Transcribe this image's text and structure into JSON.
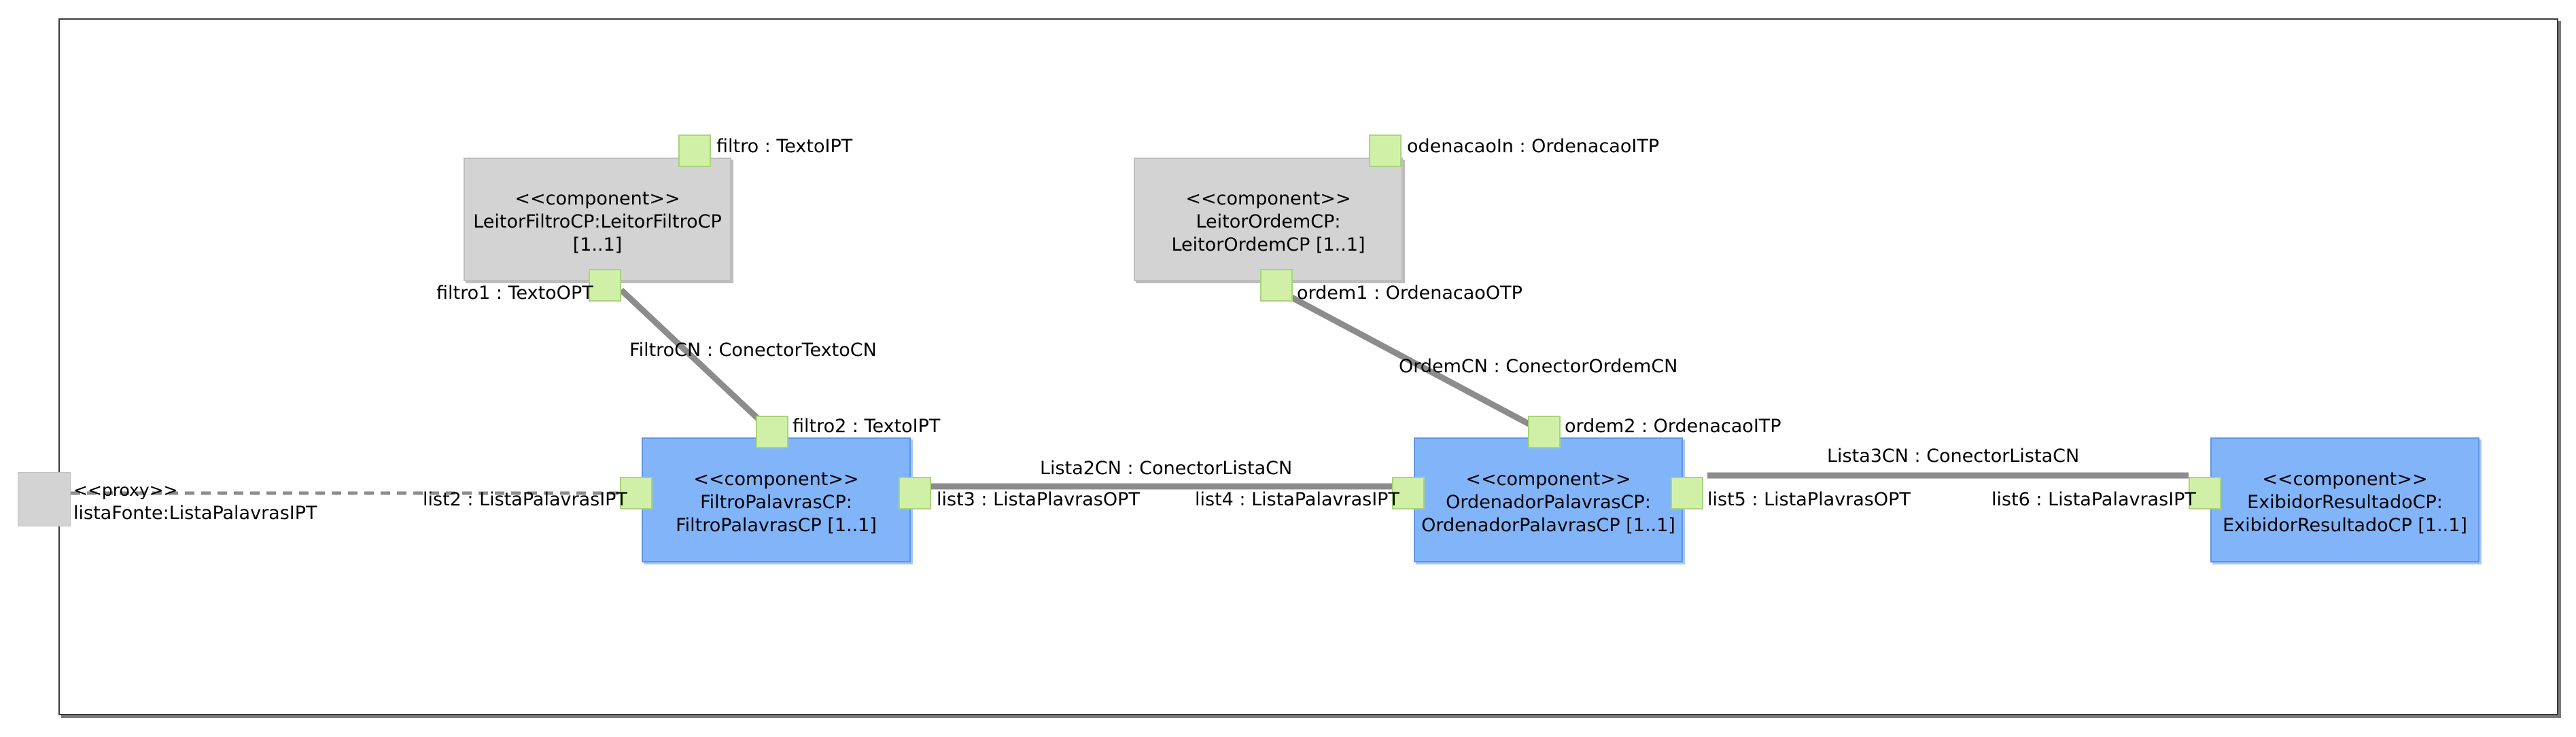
{
  "colors": {
    "component_grey": "#d3d3d3",
    "component_blue": "#82b4fa",
    "port": "#d0f0a8",
    "connector": "#8c8c8c"
  },
  "components": {
    "leitor_filtro": {
      "stereotype": "<<component>>",
      "name": "LeitorFiltroCP:LeitorFiltroCP",
      "multiplicity": "[1..1]"
    },
    "leitor_ordem": {
      "stereotype": "<<component>>",
      "name": "LeitorOrdemCP:",
      "name2": "LeitorOrdemCP [1..1]"
    },
    "filtro_palavras": {
      "stereotype": "<<component>>",
      "name": "FiltroPalavrasCP:",
      "name2": "FiltroPalavrasCP [1..1]"
    },
    "ordenador_palavras": {
      "stereotype": "<<component>>",
      "name": "OrdenadorPalavrasCP:",
      "name2": "OrdenadorPalavrasCP [1..1]"
    },
    "exibidor_resultado": {
      "stereotype": "<<component>>",
      "name": "ExibidorResultadoCP:",
      "name2": "ExibidorResultadoCP [1..1]"
    }
  },
  "proxy": {
    "stereotype": "<<proxy>>",
    "name": "listaFonte:ListaPalavrasIPT"
  },
  "ports": {
    "filtro": "filtro : TextoIPT",
    "filtro1": "filtro1 : TextoOPT",
    "filtro2": "filtro2 : TextoIPT",
    "odenacaoIn": "odenacaoIn : OrdenacaoITP",
    "ordem1": "ordem1 : OrdenacaoOTP",
    "ordem2": "ordem2 : OrdenacaoITP",
    "list2": "list2 : ListaPalavrasIPT",
    "list3": "list3 : ListaPlavrasOPT",
    "list4": "list4 : ListaPalavrasIPT",
    "list5": "list5 : ListaPlavrasOPT",
    "list6": "list6 : ListaPalavrasIPT"
  },
  "connectors": {
    "filtro_cn": "FiltroCN : ConectorTextoCN",
    "ordem_cn": "OrdemCN : ConectorOrdemCN",
    "lista2_cn": "Lista2CN : ConectorListaCN",
    "lista3_cn": "Lista3CN : ConectorListaCN"
  }
}
